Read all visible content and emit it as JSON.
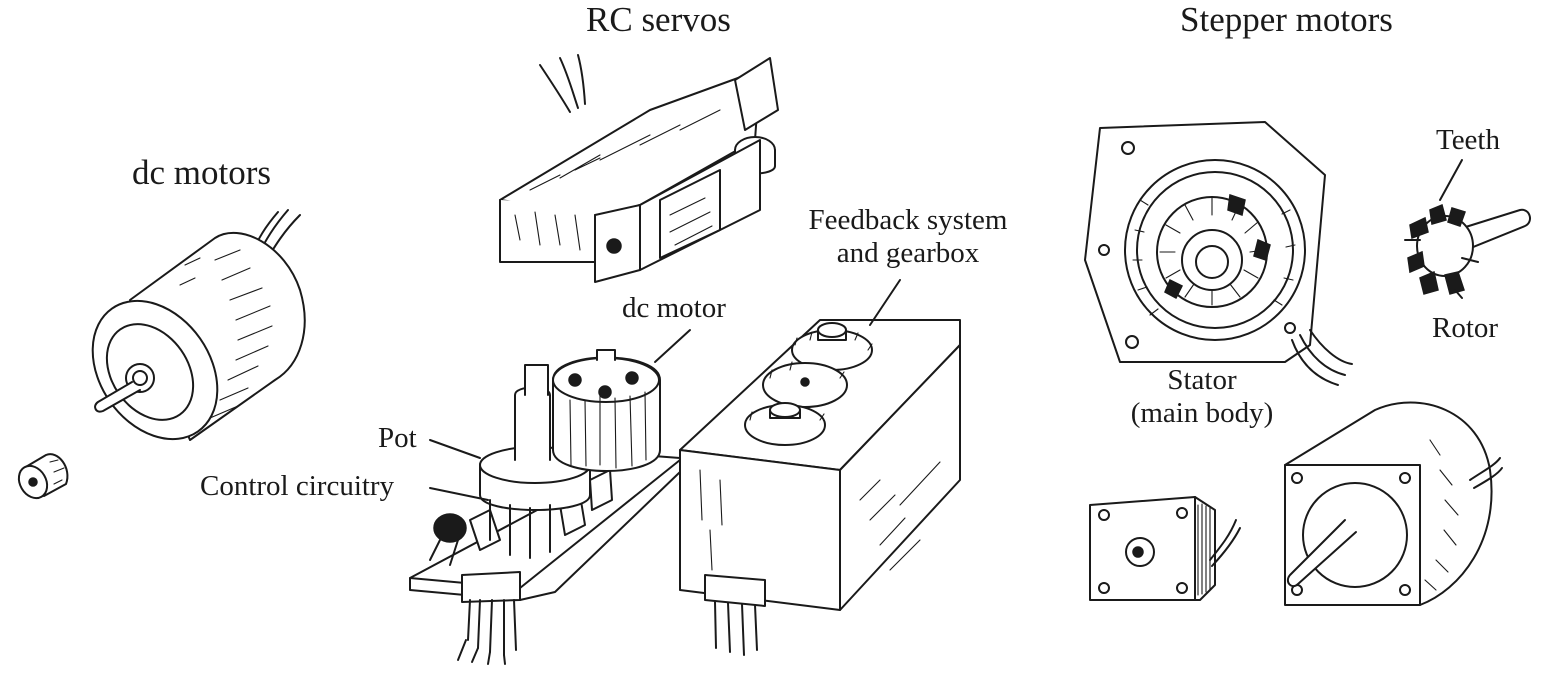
{
  "headings": {
    "rc_servos": "RC servos",
    "stepper_motors": "Stepper motors",
    "dc_motors": "dc motors"
  },
  "labels": {
    "feedback_line1": "Feedback system",
    "feedback_line2": "and gearbox",
    "dc_motor": "dc motor",
    "pot": "Pot",
    "control_circuitry": "Control circuitry",
    "teeth": "Teeth",
    "rotor": "Rotor",
    "stator_line1": "Stator",
    "stator_line2": "(main body)"
  }
}
